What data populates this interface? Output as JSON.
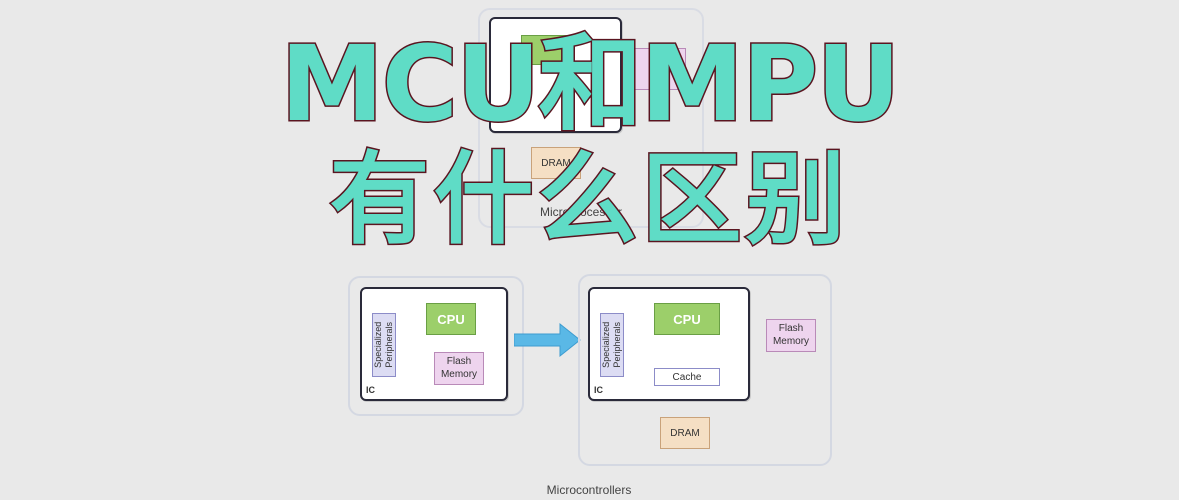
{
  "title": {
    "line1": "MCU和MPU",
    "line2": "有什么区别"
  },
  "top_diagram": {
    "dram_label": "DRAM",
    "caption": "Microprocessor"
  },
  "left_diagram": {
    "cpu_label": "CPU",
    "peripherals_label": "Specialized\nPeripherals",
    "flash_label": "Flash\nMemory",
    "ic_label": "IC"
  },
  "right_diagram": {
    "cpu_label": "CPU",
    "peripherals_label": "Specialized\nPeripherals",
    "cache_label": "Cache",
    "ic_label": "IC",
    "flash_label": "Flash\nMemory",
    "dram_label": "DRAM"
  },
  "caption": "Microcontrollers",
  "colors": {
    "title_fill": "#5fdcc6",
    "title_stroke": "#5a1520",
    "arrow": "#5ab8e6",
    "cpu": "#9ccf6a",
    "flash": "#eed4ee",
    "dram": "#f5dfc4"
  }
}
